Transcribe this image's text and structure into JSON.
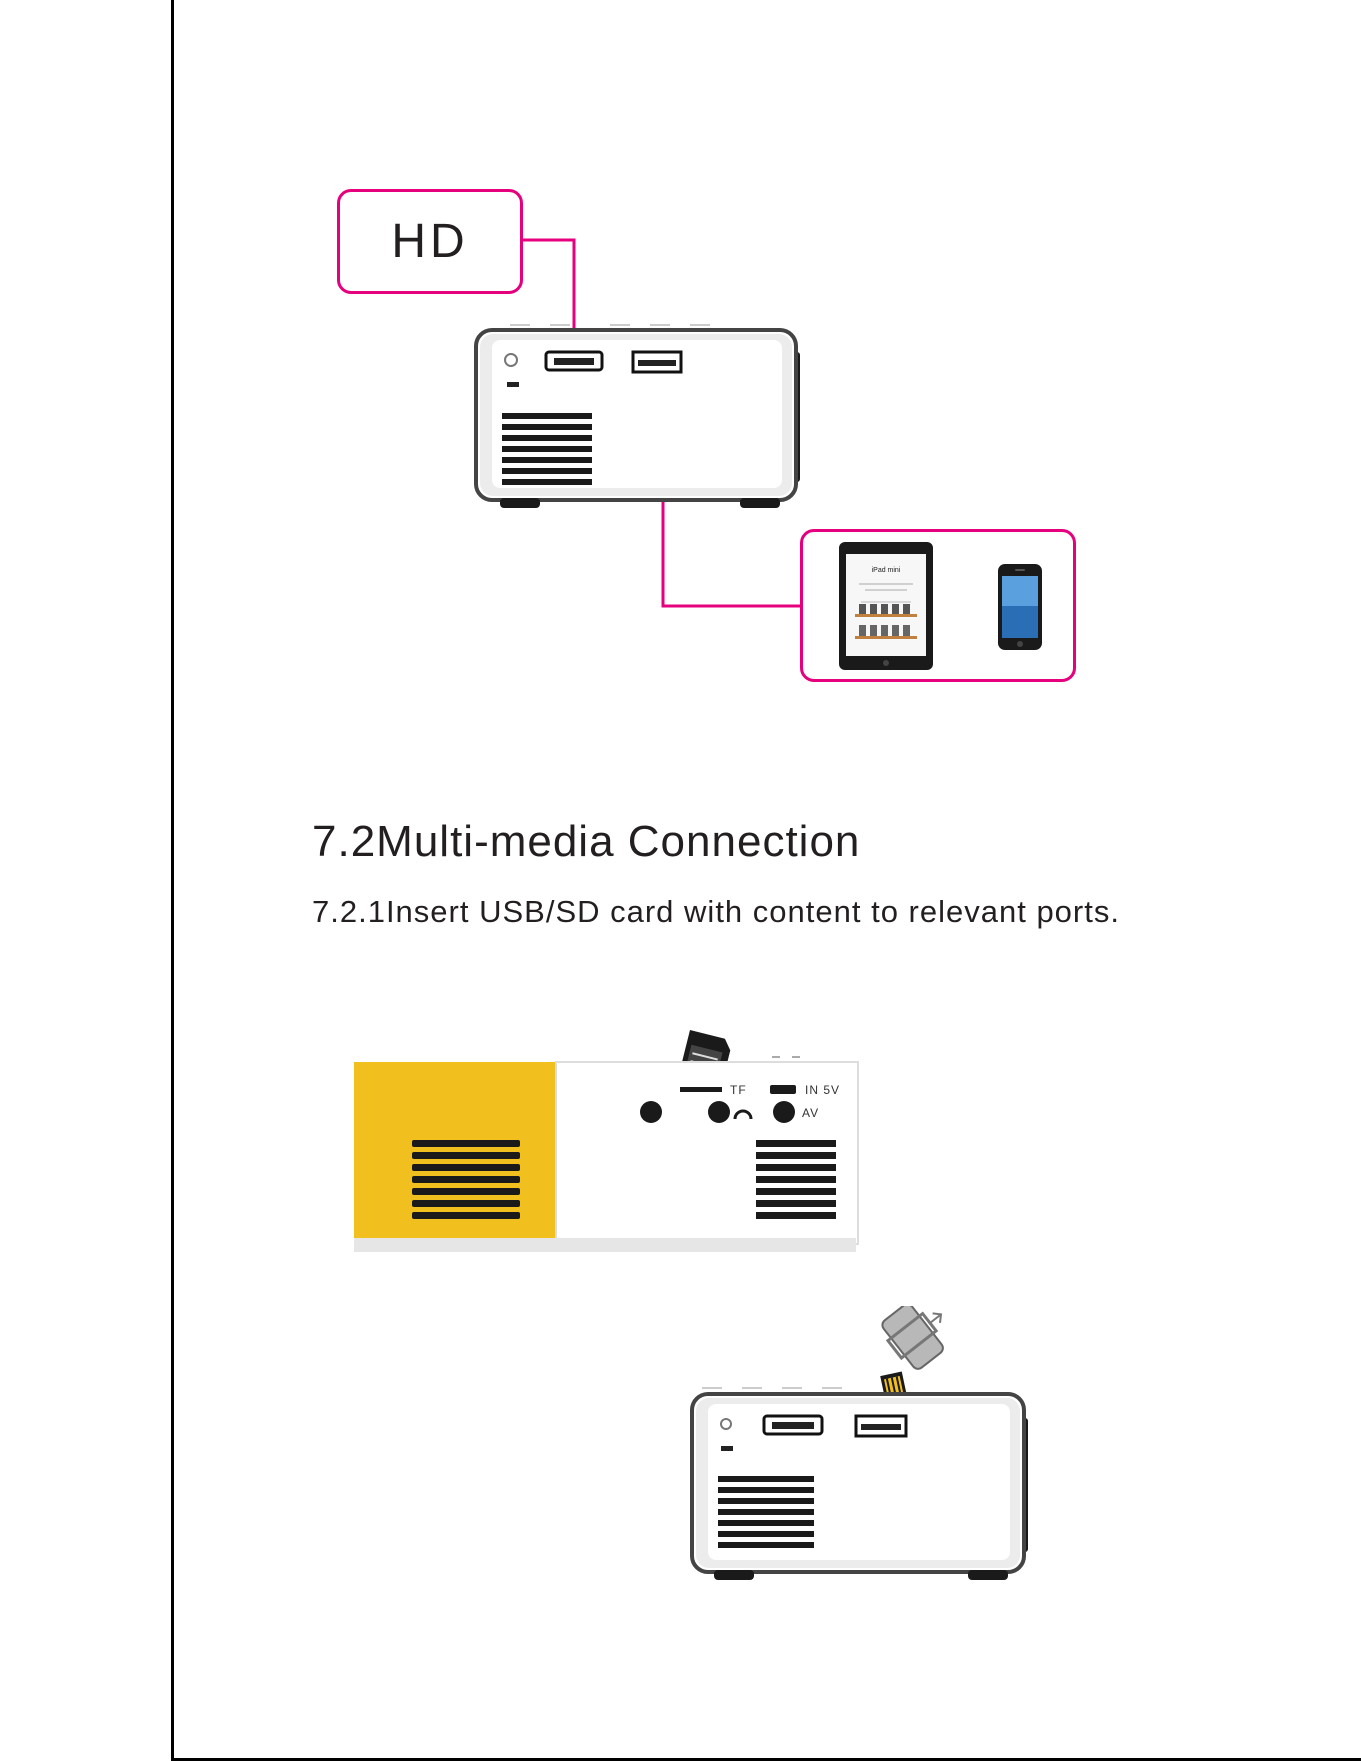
{
  "callout": {
    "hd_label": "HD"
  },
  "section": {
    "heading": "7.2Multi-media Connection",
    "step_text": "7.2.1Insert USB/SD card with content to relevant ports."
  },
  "ports": {
    "tf": "TF",
    "in5v": "IN 5V",
    "av": "AV"
  },
  "tablet_screen": {
    "brand": "iPad mini"
  },
  "colors": {
    "accent": "#e6007e",
    "yellow": "#f2c01e",
    "text": "#231f20"
  }
}
